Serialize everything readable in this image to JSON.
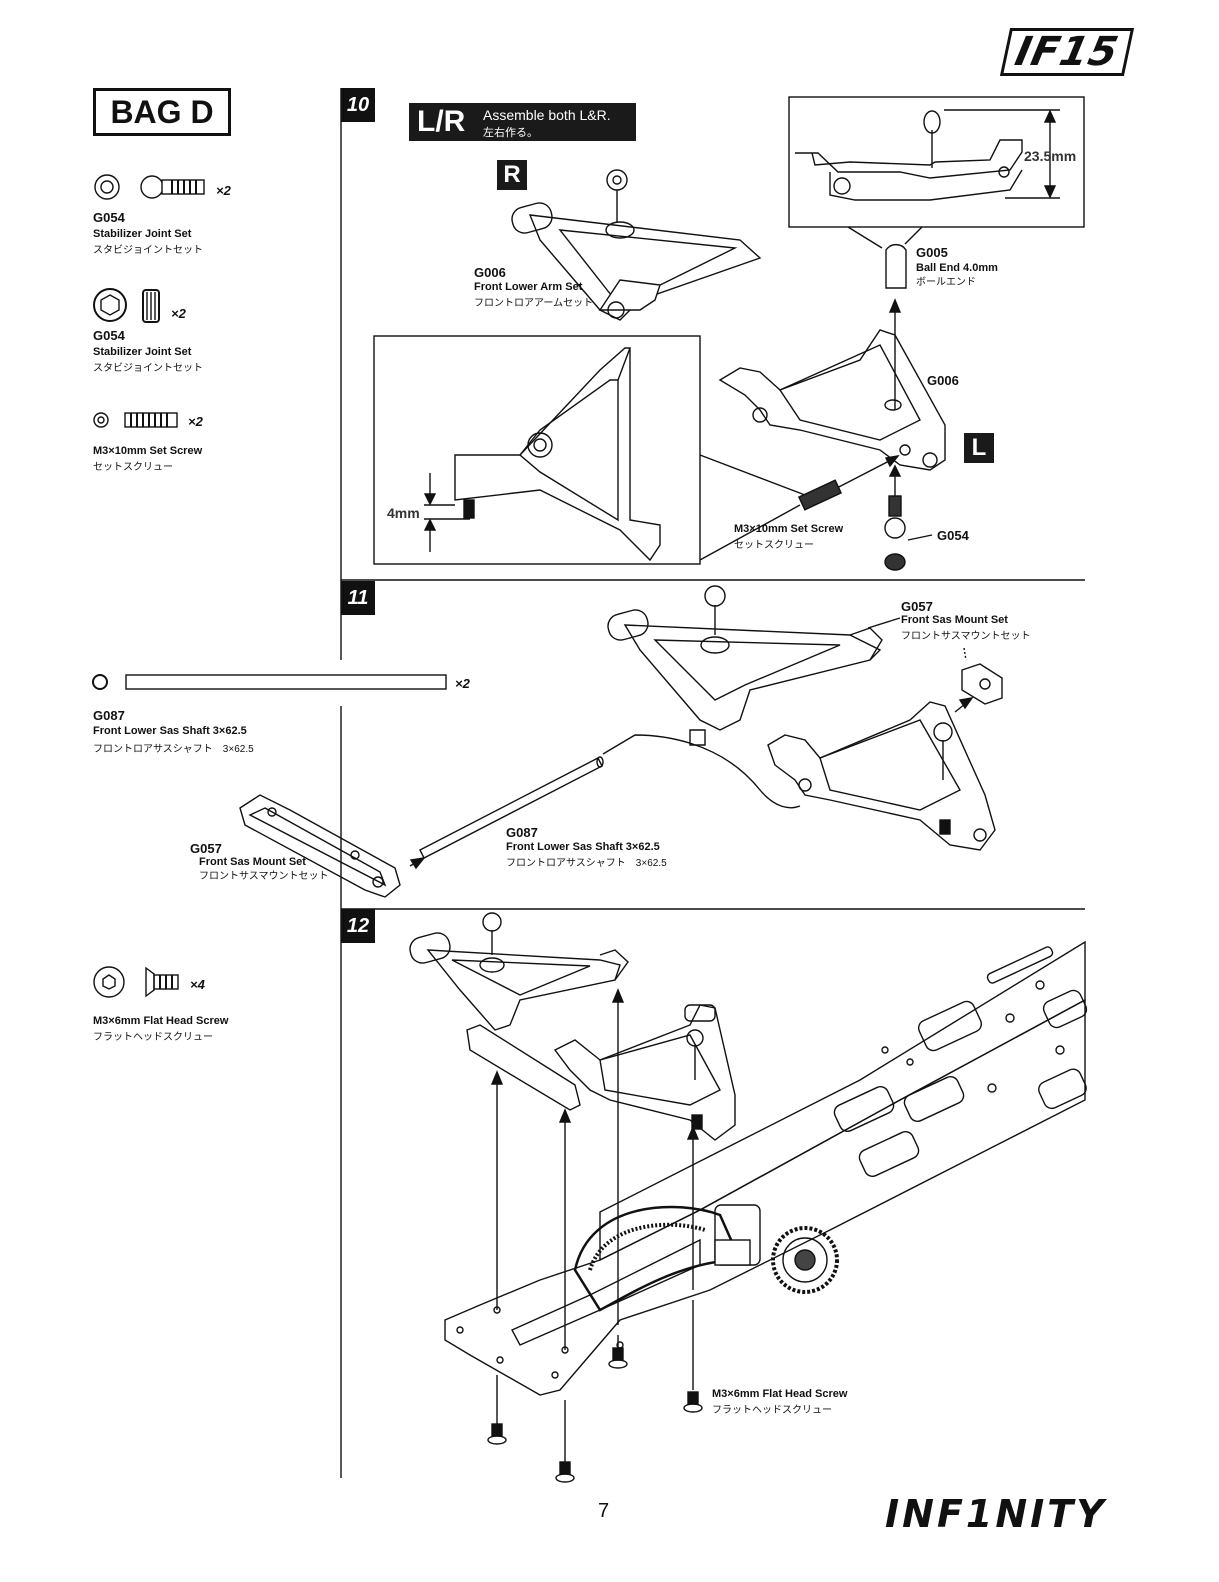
{
  "brand_top": "IF15",
  "brand_bottom": "INF1NITY",
  "page_number": "7",
  "bag_title": "BAG D",
  "parts_list": [
    {
      "code": "G054",
      "name_en": "Stabilizer Joint Set",
      "name_jp": "スタビジョイントセット",
      "qty": "×2"
    },
    {
      "code": "G054",
      "name_en": "Stabilizer Joint Set",
      "name_jp": "スタビジョイントセット",
      "qty": "×2"
    },
    {
      "code": "",
      "name_en": "M3×10mm Set Screw",
      "name_jp": "セットスクリュー",
      "qty": "×2"
    },
    {
      "code": "G087",
      "name_en": "Front Lower Sas Shaft 3×62.5",
      "name_jp": "フロントロアサスシャフト　3×62.5",
      "qty": "×2"
    },
    {
      "code": "",
      "name_en": "M3×6mm Flat Head Screw",
      "name_jp": "フラットヘッドスクリュー",
      "qty": "×4"
    }
  ],
  "steps": {
    "s10": {
      "number": "10",
      "lr_badge": "L/R",
      "lr_text_en": "Assemble both L&R.",
      "lr_text_jp": "左右作る。",
      "tag_r": "R",
      "tag_l": "L",
      "dim_top": "23.5mm",
      "dim_detail": "4mm",
      "labels": {
        "g006a": {
          "code": "G006",
          "en": "Front Lower Arm Set",
          "jp": "フロントロアアームセット"
        },
        "g005": {
          "code": "G005",
          "en": "Ball End 4.0mm",
          "jp": "ボールエンド"
        },
        "g006b": {
          "code": "G006"
        },
        "screw": {
          "en": "M3×10mm Set Screw",
          "jp": "セットスクリュー"
        },
        "g054": {
          "code": "G054"
        }
      }
    },
    "s11": {
      "number": "11",
      "labels": {
        "g057a": {
          "code": "G057",
          "en": "Front Sas Mount Set",
          "jp": "フロントサスマウントセット"
        },
        "g057b": {
          "code": "G057",
          "en": "Front Sas Mount Set",
          "jp": "フロントサスマウントセット"
        },
        "g087": {
          "code": "G087",
          "en": "Front Lower Sas Shaft 3×62.5",
          "jp": "フロントロアサスシャフト　3×62.5"
        }
      }
    },
    "s12": {
      "number": "12",
      "labels": {
        "screw": {
          "en": "M3×6mm Flat Head Screw",
          "jp": "フラットヘッドスクリュー"
        }
      }
    }
  }
}
